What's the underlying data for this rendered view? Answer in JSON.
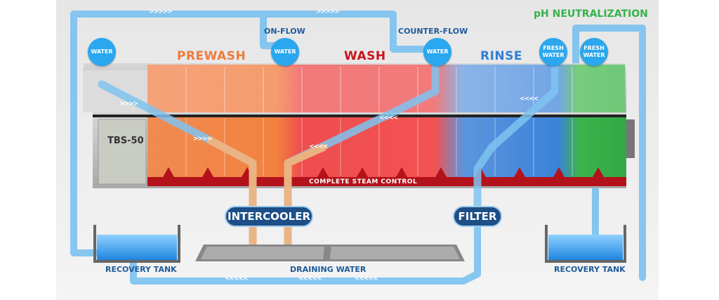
{
  "zones": {
    "prewash": "PREWASH",
    "wash": "WASH",
    "rinse": "RINSE",
    "ph": "pH NEUTRALIZATION"
  },
  "flows": {
    "on_flow": "ON-FLOW",
    "counter_flow": "COUNTER-FLOW"
  },
  "bubbles": {
    "water_left": "WATER",
    "water_onflow": "WATER",
    "water_counterflow": "WATER",
    "fresh_rinse": "FRESH WATER",
    "fresh_ph": "FRESH WATER"
  },
  "machine": {
    "model": "TBS-50",
    "steam_bar": "COMPLETE STEAM CONTROL"
  },
  "components": {
    "intercooler": "INTERCOOLER",
    "filter": "FILTER"
  },
  "tanks": {
    "left": "RECOVERY TANK",
    "right": "RECOVERY TANK",
    "drain": "DRAINING WATER"
  },
  "colors": {
    "prewash": "#f07a3c",
    "wash": "#e8333b",
    "rinse": "#2f7fd6",
    "ph": "#36b34a",
    "pipe": "#7fc3f0",
    "steam_bar": "#b3121b",
    "bubble": "#2aa7ee",
    "pill": "#1d4f86",
    "label_dark": "#1e5a99"
  }
}
